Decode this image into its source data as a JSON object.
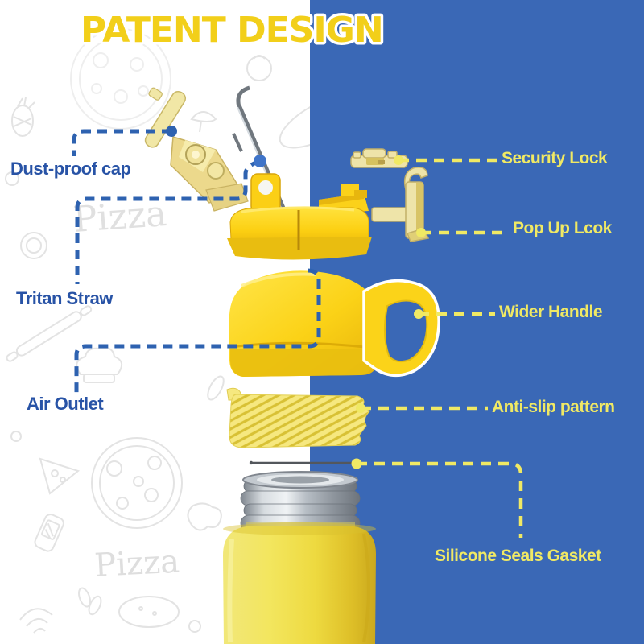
{
  "title": "PATENT DESIGN",
  "panel": {
    "left_bg": "#ffffff",
    "right_bg": "#3a68b6"
  },
  "colors": {
    "title_fill": "#f2cf1a",
    "title_outline": "#ffffff",
    "left_label_color": "#2853a6",
    "right_label_color": "#f0e964",
    "blue_line": "#2e62b0",
    "yellow_line": "#f0e964",
    "bottle_yellow": "#f0e254"
  },
  "callouts_left": [
    {
      "label": "Dust-proof cap",
      "target": "dust-proof-cap"
    },
    {
      "label": "Tritan Straw",
      "target": "tritan-straw"
    },
    {
      "label": "Air Outlet",
      "target": "air-outlet"
    }
  ],
  "callouts_right": [
    {
      "label": "Security Lock",
      "target": "security-lock"
    },
    {
      "label": "Pop Up Lcok",
      "target": "pop-up-lock"
    },
    {
      "label": "Wider Handle",
      "target": "wider-handle"
    },
    {
      "label": "Anti-slip pattern",
      "target": "anti-slip-pattern"
    },
    {
      "label": "Silicone Seals Gasket",
      "target": "silicone-seals-gasket"
    }
  ],
  "background_words": {
    "word1": "Pizza",
    "word2": "Pizza"
  }
}
